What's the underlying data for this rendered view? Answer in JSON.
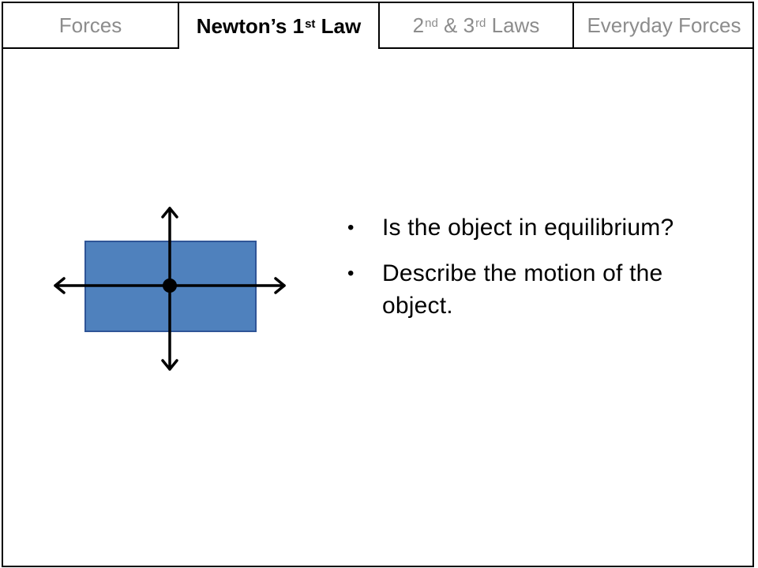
{
  "tabs": [
    {
      "label": "Forces",
      "active": false
    },
    {
      "label": "Newton’s 1",
      "sup": "st",
      "after": " Law",
      "active": true
    },
    {
      "label": "2",
      "sup": "nd",
      "mid": " & 3",
      "sup2": "rd",
      "after": " Laws",
      "active": false
    },
    {
      "label": "Everyday Forces",
      "active": false
    }
  ],
  "diagram": {
    "object_color": "#4f81bd",
    "object_border_color": "#2f5597",
    "forces": [
      "up",
      "down",
      "left",
      "right"
    ]
  },
  "bullets": [
    "Is the object in equilibrium?",
    "Describe the motion of the object."
  ],
  "bullet_symbol": "•"
}
